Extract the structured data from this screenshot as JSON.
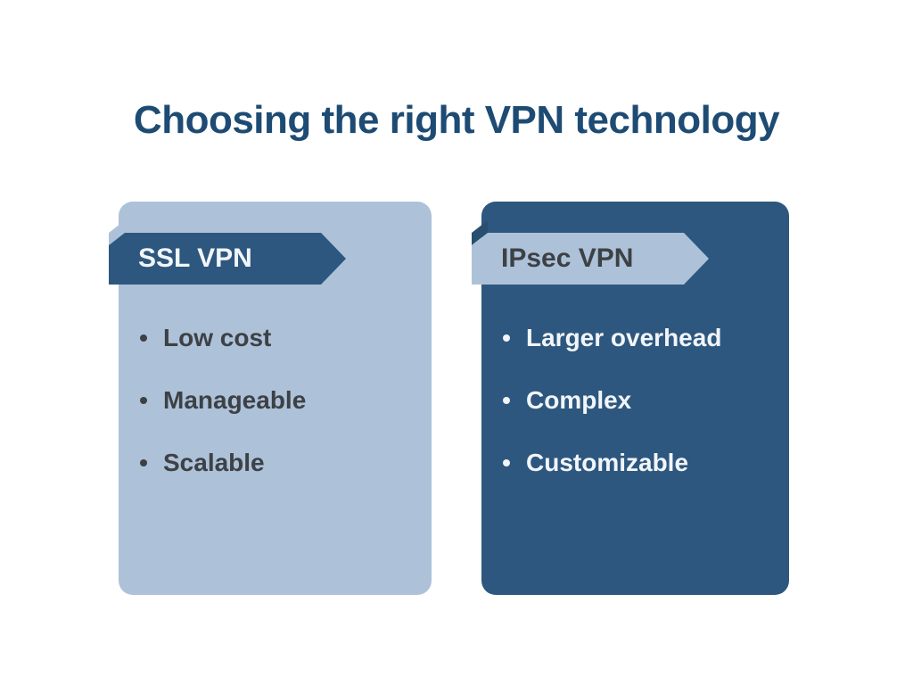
{
  "title": "Choosing the right VPN technology",
  "colors": {
    "title_text": "#1d4b73",
    "light_blue": "#adc2d9",
    "dark_blue": "#2d577e",
    "dark_text": "#3d4145",
    "light_text": "#f1f5f9"
  },
  "cards": [
    {
      "id": "ssl-vpn",
      "header": "SSL VPN",
      "bullets": [
        "Low cost",
        "Manageable",
        "Scalable"
      ]
    },
    {
      "id": "ipsec-vpn",
      "header": "IPsec VPN",
      "bullets": [
        "Larger overhead",
        "Complex",
        "Customizable"
      ]
    }
  ]
}
